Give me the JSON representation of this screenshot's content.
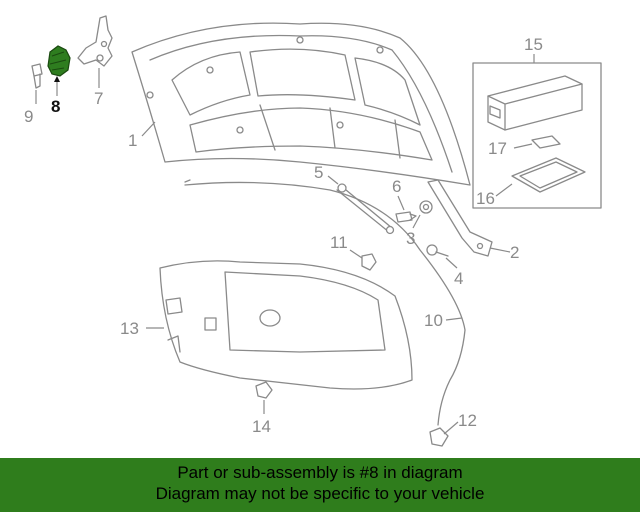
{
  "diagram": {
    "callouts": [
      {
        "id": "1",
        "label": "1"
      },
      {
        "id": "2",
        "label": "2"
      },
      {
        "id": "3",
        "label": "3"
      },
      {
        "id": "4",
        "label": "4"
      },
      {
        "id": "5",
        "label": "5"
      },
      {
        "id": "6",
        "label": "6"
      },
      {
        "id": "7",
        "label": "7"
      },
      {
        "id": "8",
        "label": "8"
      },
      {
        "id": "9",
        "label": "9"
      },
      {
        "id": "10",
        "label": "10"
      },
      {
        "id": "11",
        "label": "11"
      },
      {
        "id": "12",
        "label": "12"
      },
      {
        "id": "13",
        "label": "13"
      },
      {
        "id": "14",
        "label": "14"
      },
      {
        "id": "15",
        "label": "15"
      },
      {
        "id": "16",
        "label": "16"
      },
      {
        "id": "17",
        "label": "17"
      }
    ],
    "highlighted_part": "8",
    "colors": {
      "line_art": "#8a8a8a",
      "highlight_part": "#2e7d1f",
      "highlight_label": "#111111",
      "footer_bg": "#2f7d1c"
    }
  },
  "footer": {
    "line1": "Part or sub-assembly is #8 in diagram",
    "line2": "Diagram may not be specific to your vehicle"
  }
}
